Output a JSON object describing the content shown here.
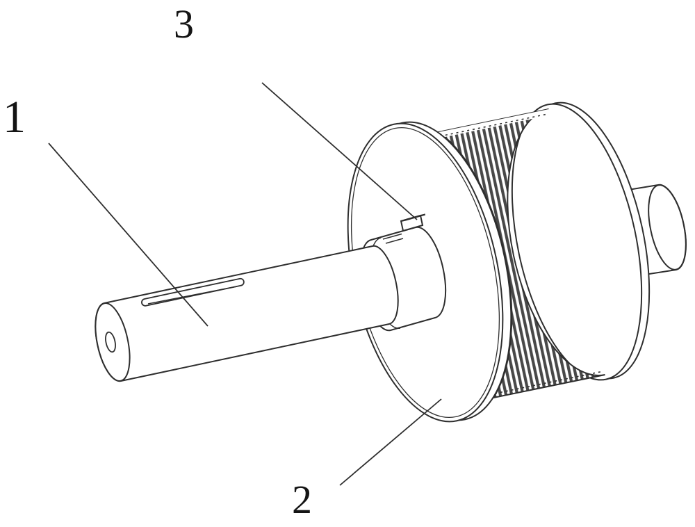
{
  "labels": {
    "part1": "1",
    "part2": "2",
    "part3": "3"
  },
  "colors": {
    "background": "#ffffff",
    "line": "#2e2e2e",
    "tooth_stripe": "#484848"
  }
}
